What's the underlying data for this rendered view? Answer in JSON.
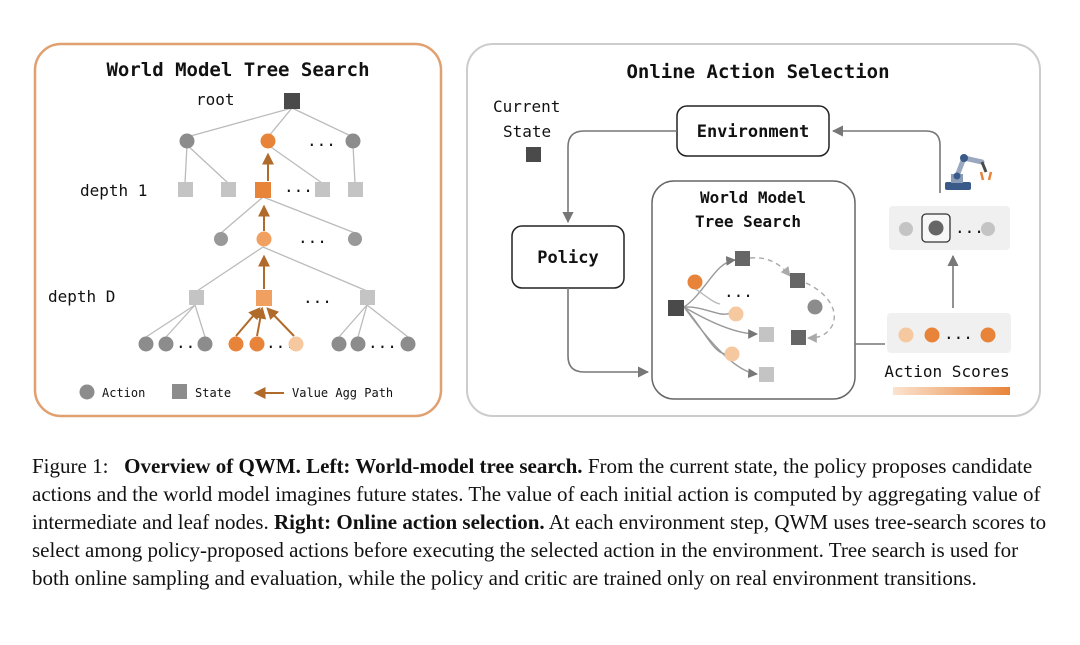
{
  "left_panel": {
    "title": "World Model Tree Search",
    "root_label": "root",
    "depth1_label": "depth 1",
    "depthD_label": "depth D",
    "ellipsis": "...",
    "legend": {
      "action": "Action",
      "state": "State",
      "path": "Value Agg Path"
    }
  },
  "right_panel": {
    "title": "Online Action Selection",
    "current_state_line1": "Current",
    "current_state_line2": "State",
    "environment": "Environment",
    "policy": "Policy",
    "wm_line1": "World Model",
    "wm_line2": "Tree Search",
    "action_scores": "Action Scores",
    "ellipsis": "..."
  },
  "colors": {
    "orange": "#e8843a",
    "light_orange": "#f6c8a0",
    "gray_node": "#8c8c8c",
    "light_gray": "#c4c4c4",
    "dark_state": "#4a4a4a",
    "arrow_brown": "#b06a2a",
    "left_border": "#e0a070",
    "right_border": "#cccccc"
  },
  "caption": {
    "label": "Figure 1:",
    "bold1": "Overview of QWM. Left: World-model tree search.",
    "text1": "From the current state, the policy proposes candidate actions and the world model imagines future states. The value of each initial action is computed by aggregating value of intermediate and leaf nodes.",
    "bold2": "Right: Online action selection.",
    "text2": "At each environment step, QWM uses tree-search scores to select among policy-proposed actions before executing the selected action in the environment. Tree search is used for both online sampling and evaluation, while the policy and critic are trained only on real environment transitions."
  }
}
